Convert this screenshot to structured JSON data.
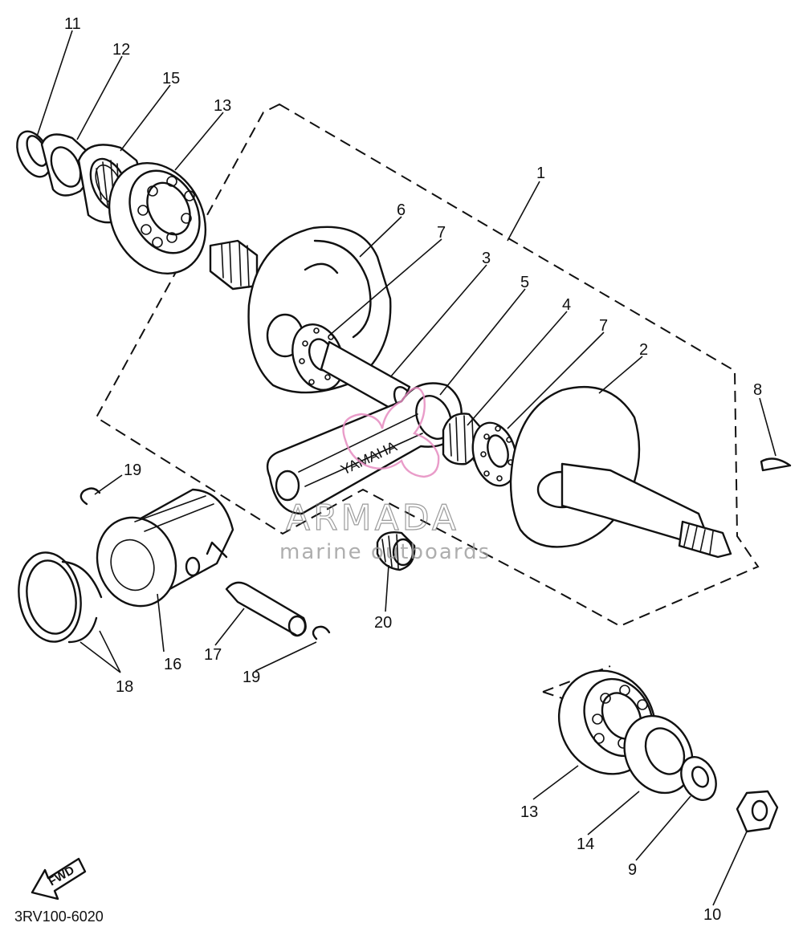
{
  "diagram": {
    "code": "3RV100-6020",
    "fwd_label": "FWD",
    "watermark": {
      "brand": "ARMADA",
      "tagline": "marine outboards"
    },
    "callouts": [
      {
        "id": "c11",
        "label": "11"
      },
      {
        "id": "c12",
        "label": "12"
      },
      {
        "id": "c15",
        "label": "15"
      },
      {
        "id": "c13a",
        "label": "13"
      },
      {
        "id": "c6",
        "label": "6"
      },
      {
        "id": "c7a",
        "label": "7"
      },
      {
        "id": "c3",
        "label": "3"
      },
      {
        "id": "c5",
        "label": "5"
      },
      {
        "id": "c4",
        "label": "4"
      },
      {
        "id": "c7b",
        "label": "7"
      },
      {
        "id": "c2",
        "label": "2"
      },
      {
        "id": "c1",
        "label": "1"
      },
      {
        "id": "c8",
        "label": "8"
      },
      {
        "id": "c19a",
        "label": "19"
      },
      {
        "id": "c16",
        "label": "16"
      },
      {
        "id": "c17",
        "label": "17"
      },
      {
        "id": "c19b",
        "label": "19"
      },
      {
        "id": "c18",
        "label": "18"
      },
      {
        "id": "c20",
        "label": "20"
      },
      {
        "id": "c13b",
        "label": "13"
      },
      {
        "id": "c14",
        "label": "14"
      },
      {
        "id": "c9",
        "label": "9"
      },
      {
        "id": "c10",
        "label": "10"
      }
    ]
  }
}
